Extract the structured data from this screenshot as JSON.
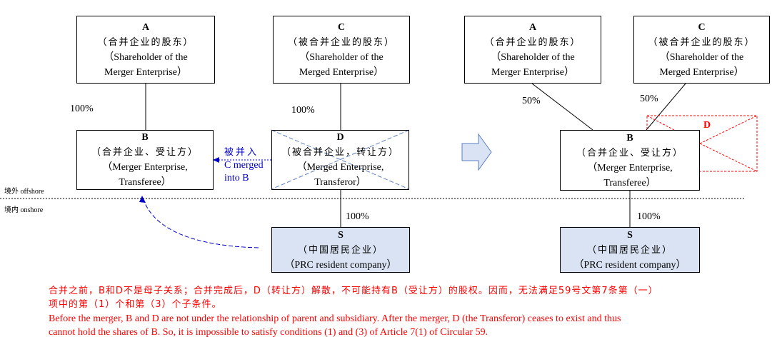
{
  "left": {
    "A": {
      "letter": "A",
      "cn": "（合并企业的股东）",
      "en1": "（Shareholder of the",
      "en2": "Merger Enterprise）"
    },
    "C": {
      "letter": "C",
      "cn": "（被合并企业的股东）",
      "en1": "（Shareholder of the",
      "en2": "Merged Enterprise）"
    },
    "B": {
      "letter": "B",
      "cn": "（合并企业、受让方）",
      "en1": "（Merger Enterprise,",
      "en2": "Transferee）"
    },
    "D": {
      "letter": "D",
      "cn": "（被合并企业，转让方）",
      "en1": "（Merged Enterprise,",
      "en2": "Transferor）"
    },
    "S": {
      "letter": "S",
      "cn": "（中国居民企业）",
      "en1": "（PRC resident company）"
    },
    "pct_AB": "100%",
    "pct_CD": "100%",
    "pct_DS": "100%",
    "merge_note_cn": "被并入",
    "merge_note_en1": "C merged",
    "merge_note_en2": "into B"
  },
  "right": {
    "A": {
      "letter": "A",
      "cn": "（合并企业的股东）",
      "en1": "（Shareholder of the",
      "en2": "Merger Enterprise）"
    },
    "C": {
      "letter": "C",
      "cn": "（被合并企业的股东）",
      "en1": "（Shareholder of the",
      "en2": "Merged Enterprise）"
    },
    "B": {
      "letter": "B",
      "cn": "（合并企业、受让方）",
      "en1": "（Merger Enterprise,",
      "en2": "Transferee）"
    },
    "S": {
      "letter": "S",
      "cn": "（中国居民企业）",
      "en1": "（PRC resident company）"
    },
    "pct_AB": "50%",
    "pct_CB": "50%",
    "pct_BS": "100%",
    "d_label": "D"
  },
  "regions": {
    "offshore_cn": "境外",
    "offshore_en": "offshore",
    "onshore_cn": "境内",
    "onshore_en": "onshore"
  },
  "notes": {
    "cn_line1": "合并之前，B和D不是母子关系；合并完成后，D（转让方）解散，不可能持有B（受让方）的股权。因而，无法满足59号文第7条第（一）",
    "cn_line2": "项中的第（1）个和第（3）个子条件。",
    "en_line1": "Before the merger, B and D are not under the relationship of parent and subsidiary.  After the merger, D (the Transferor) ceases to exist and thus",
    "en_line2": "cannot hold the shares of B.  So, it is impossible to satisfy conditions (1) and (3) of Article 7(1) of Circular 59."
  },
  "colors": {
    "s_box_fill": "#dae3f3",
    "note_red": "#ff0000",
    "merge_blue": "#0000cc",
    "cross_blue": "#5b7fc4",
    "arrow_fill": "#dae3f3",
    "arrow_stroke": "#5b7fc4"
  }
}
